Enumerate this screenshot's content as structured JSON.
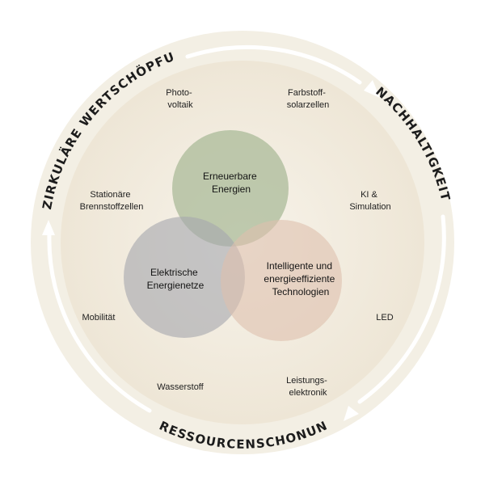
{
  "colors": {
    "background": "#ffffff",
    "ring": "#f3efe4",
    "disc_center": "#f7f3ea",
    "disc_edge": "#eee6d6",
    "arrow": "#ffffff",
    "circle_green": "#a8b896",
    "circle_gray": "#a6a8ae",
    "circle_rose": "#ddbfae",
    "text": "#1c1c1c"
  },
  "ring_labels": {
    "top_left": "ZIRKULÄRE WERTSCHÖPFUNG",
    "right": "NACHHALTIGKEIT",
    "bottom": "RESSOURCENSCHONUNG"
  },
  "core_circles": [
    {
      "id": "green",
      "lines": [
        "Erneuerbare",
        "Energien"
      ]
    },
    {
      "id": "gray",
      "lines": [
        "Elektrische",
        "Energienetze"
      ]
    },
    {
      "id": "rose",
      "lines": [
        "Intelligente und",
        "energieeffiziente",
        "Technologien"
      ]
    }
  ],
  "topics": {
    "photovoltaik": [
      "Photo-",
      "voltaik"
    ],
    "farbstoff": [
      "Farbstoff-",
      "solarzellen"
    ],
    "stationaer": [
      "Stationäre",
      "Brennstoffzellen"
    ],
    "ki": [
      "KI &",
      "Simulation"
    ],
    "mobilitaet": [
      "Mobilität"
    ],
    "led": [
      "LED"
    ],
    "wasserstoff": [
      "Wasserstoff"
    ],
    "leistung": [
      "Leistungs-",
      "elektronik"
    ]
  }
}
